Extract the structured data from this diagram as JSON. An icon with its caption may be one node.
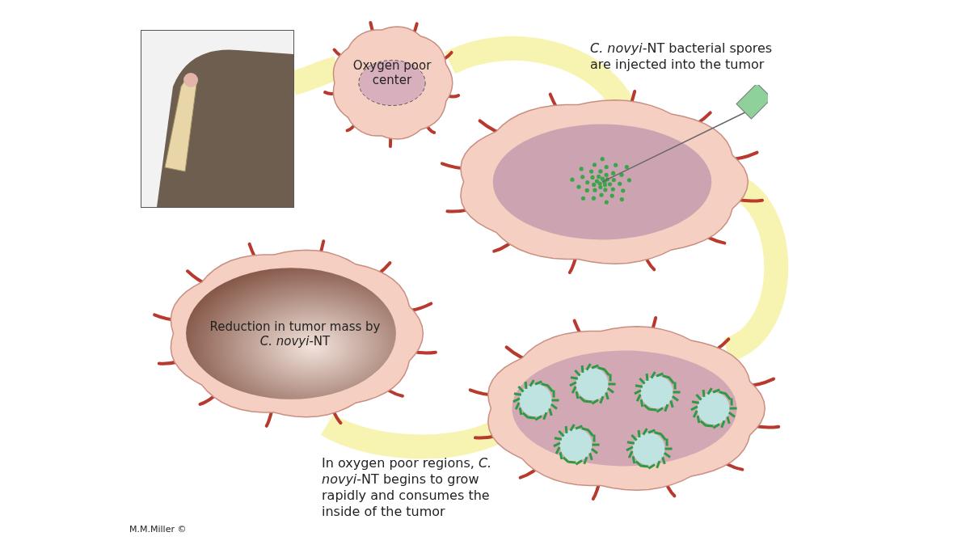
{
  "diagram": {
    "nodes": [
      {
        "text": [],
        "shape": "picture"
      },
      {
        "text": [
          "Oxygen poor center"
        ]
      },
      {
        "text": [],
        "shape": "picture",
        "beside": [
          "*C. novyi*-NT bacterial spores are injected into the tumor"
        ]
      },
      {
        "text": [],
        "shape": "picture",
        "beside": [
          "In oxygen poor regions, *C. novyi*-NT begins to grow rapidly and consumes the inside of the tumor"
        ]
      },
      {
        "text": [
          "Reduction in tumor mass by *C. novyi*-NT"
        ]
      }
    ],
    "edges": [
      {
        "from": 0,
        "to": 1,
        "arrow": "none"
      },
      {
        "from": 1,
        "to": 2,
        "arrow": "none"
      },
      {
        "from": 2,
        "to": 3,
        "arrow": "none"
      },
      {
        "from": 3,
        "to": 4,
        "arrow": "none"
      }
    ],
    "labels": [
      "M.M.Miller ©"
    ]
  }
}
